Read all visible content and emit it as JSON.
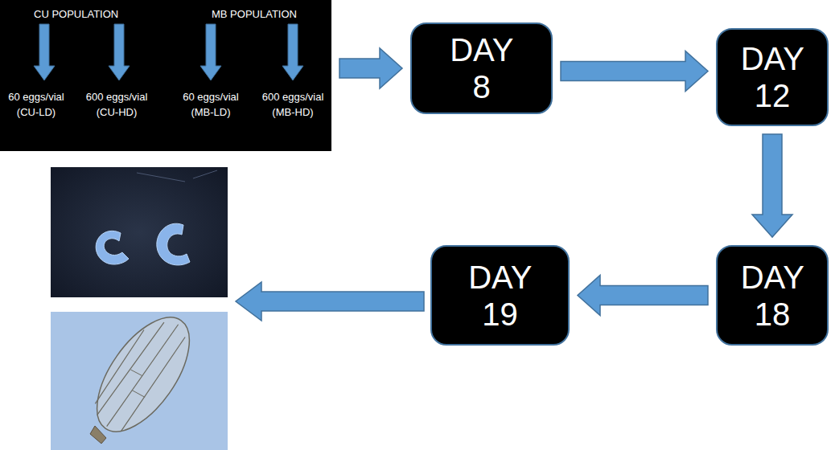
{
  "diagram": {
    "nodes": [
      {
        "text": [
          "CU POPULATION",
          "MB POPULATION",
          "60 eggs/vial (CU-LD)",
          "600 eggs/vial (CU-HD)",
          "60 eggs/vial (MB-LD)",
          "600 eggs/vial (MB-HD)"
        ]
      },
      {
        "text": [
          "DAY 8"
        ]
      },
      {
        "text": [
          "DAY 12"
        ]
      },
      {
        "text": [
          "DAY 18"
        ]
      },
      {
        "text": [
          "DAY 19"
        ]
      }
    ],
    "edges": [
      {
        "from": 0,
        "to": 1,
        "arrow": "to"
      },
      {
        "from": 1,
        "to": 2,
        "arrow": "to"
      },
      {
        "from": 2,
        "to": 3,
        "arrow": "to"
      },
      {
        "from": 3,
        "to": 4,
        "arrow": "to"
      }
    ]
  }
}
